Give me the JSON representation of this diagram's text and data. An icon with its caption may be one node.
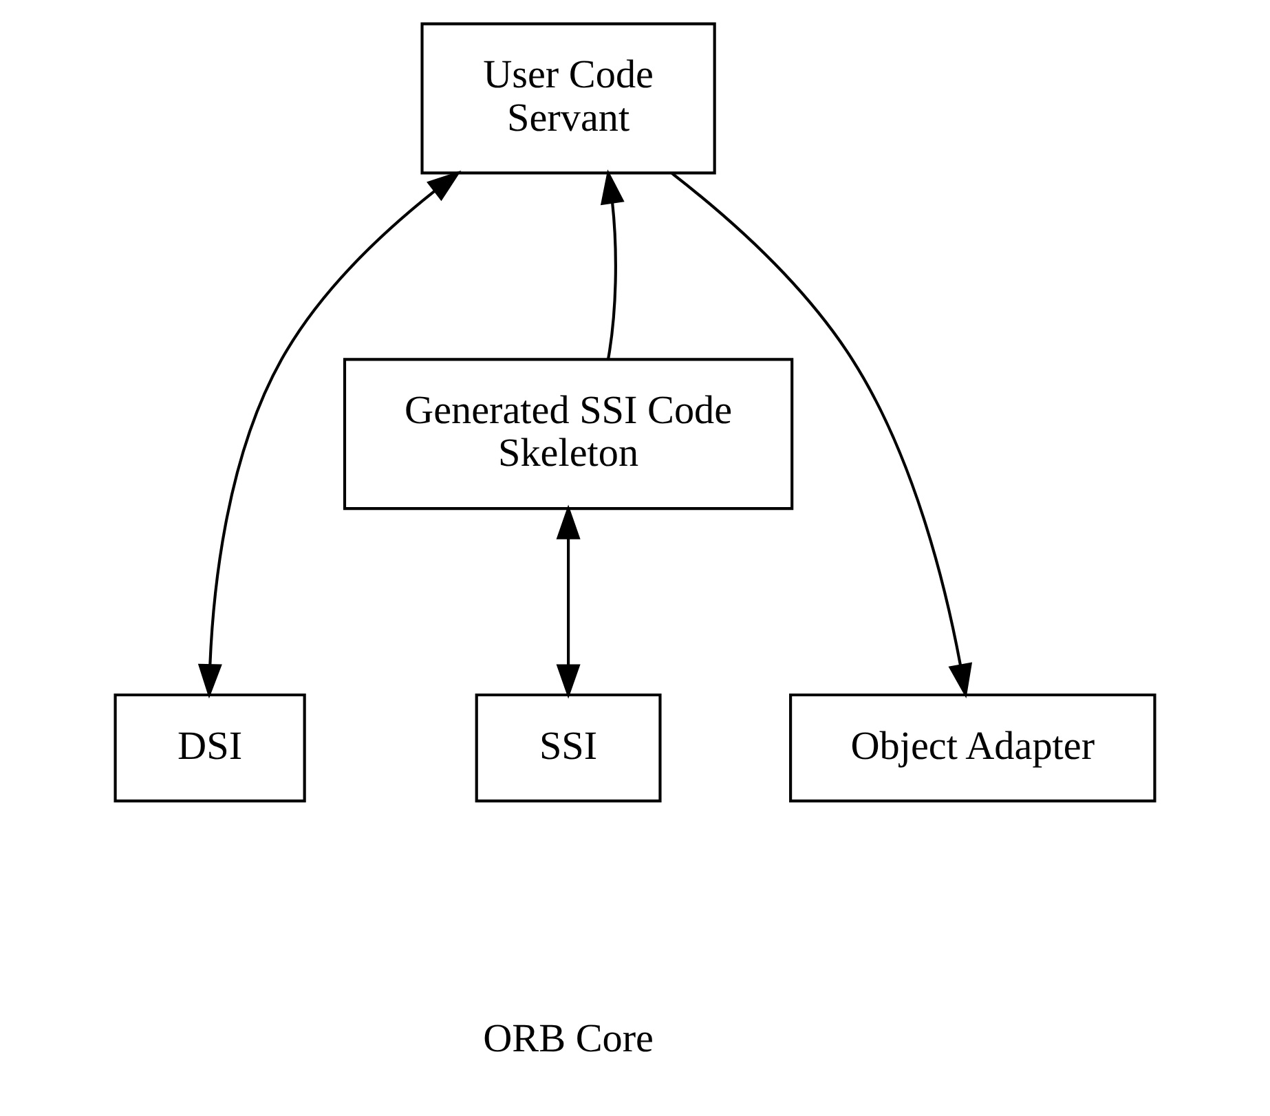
{
  "diagram": {
    "nodes": [
      {
        "text": [
          "User Code",
          "Servant"
        ]
      },
      {
        "text": [
          "Generated SSI Code",
          "Skeleton"
        ]
      },
      {
        "text": [
          "DSI"
        ]
      },
      {
        "text": [
          "SSI"
        ]
      },
      {
        "text": [
          "Object Adapter"
        ]
      },
      {
        "text": [
          "ORB Core"
        ]
      }
    ],
    "edges": [
      {
        "from": 0,
        "to": 2,
        "arrow": "both"
      },
      {
        "from": 1,
        "to": 0,
        "arrow": "to"
      },
      {
        "from": 1,
        "to": 3,
        "arrow": "both"
      },
      {
        "from": 0,
        "to": 4,
        "arrow": "to"
      }
    ]
  }
}
